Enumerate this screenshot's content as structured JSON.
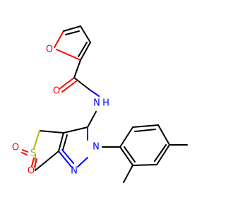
{
  "molecule": {
    "colors": {
      "carbon_bond": "#000000",
      "oxygen": "#ff0000",
      "nitrogen": "#0000ff",
      "sulfur": "#b2b200",
      "background": "#ffffff"
    },
    "atoms": {
      "furan_oxygen": "O",
      "carbonyl_oxygen": "O",
      "amide_nitrogen": "N",
      "amide_hydrogen": "H",
      "pyrazole_n2": "N",
      "pyrazole_n1": "N",
      "sulfur": "S",
      "sulfone_oxygen_top": "O",
      "sulfone_oxygen_bottom": "O"
    }
  }
}
